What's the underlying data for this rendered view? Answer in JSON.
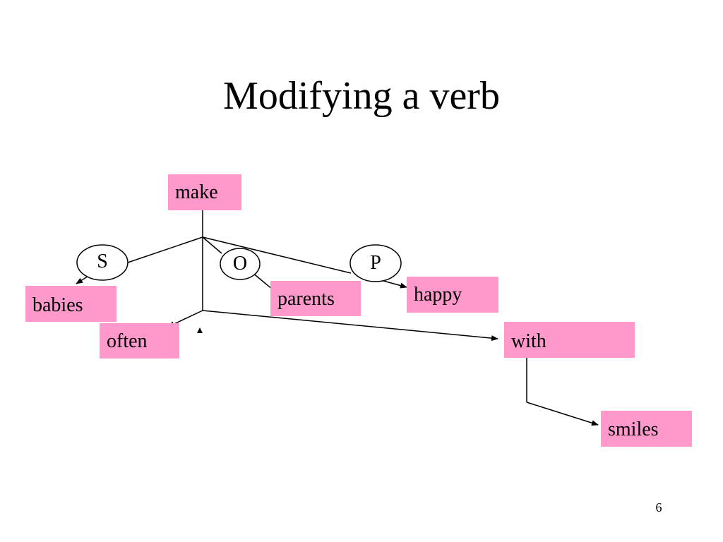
{
  "slide": {
    "title": "Modifying a verb",
    "page_number": "6"
  },
  "diagram": {
    "words": {
      "make": "make",
      "babies": "babies",
      "parents": "parents",
      "happy": "happy",
      "often": "often",
      "with": "with",
      "smiles": "smiles"
    },
    "roles": {
      "subject": "S",
      "object": "O",
      "predicative": "P"
    }
  },
  "colors": {
    "word_box": "#ff99cc",
    "lines": "#000000",
    "background": "#ffffff"
  }
}
